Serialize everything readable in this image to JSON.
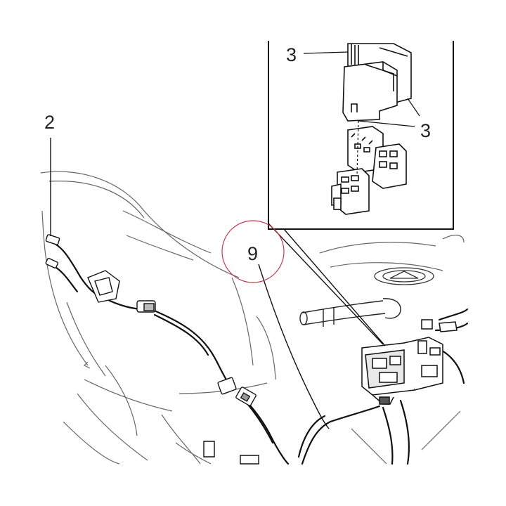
{
  "callouts": {
    "label_2": "2",
    "label_3_top": "3",
    "label_3_bottom": "3",
    "label_9": "9"
  },
  "colors": {
    "line": "#1a1a1a",
    "light_line": "#555555",
    "highlight_circle": "#c0394b"
  }
}
